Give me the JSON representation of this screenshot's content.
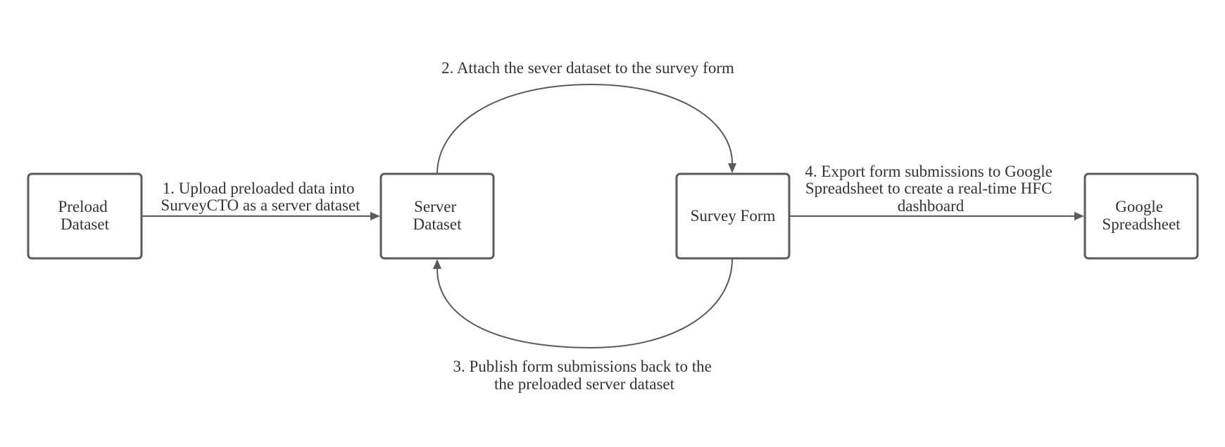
{
  "diagram": {
    "nodes": {
      "preload_dataset": [
        "Preload",
        "Dataset"
      ],
      "server_dataset": [
        "Server",
        "Dataset"
      ],
      "survey_form": [
        "Survey Form"
      ],
      "google_spreadsheet": [
        "Google",
        "Spreadsheet"
      ]
    },
    "edges": {
      "upload": [
        "1. Upload preloaded data into",
        "SurveyCTO as a server dataset"
      ],
      "attach": [
        "2. Attach the sever dataset to the survey form"
      ],
      "publish": [
        "3. Publish form submissions back to the",
        "the preloaded server dataset"
      ],
      "export": [
        "4. Export form submissions to Google",
        "Spreadsheet to create a real-time HFC",
        "dashboard"
      ]
    },
    "colors": {
      "stroke": "#5a5a5a",
      "text": "#333333",
      "background": "#ffffff"
    }
  }
}
